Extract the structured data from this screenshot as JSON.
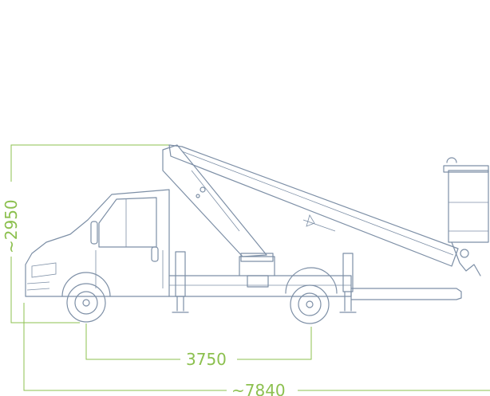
{
  "dimensions": {
    "height": "~2950",
    "wheelbase": "3750",
    "length": "~7840"
  },
  "colors": {
    "dimension_line": "#8cc04f",
    "drawing_line": "#7d8fa6",
    "background": "#ffffff"
  }
}
